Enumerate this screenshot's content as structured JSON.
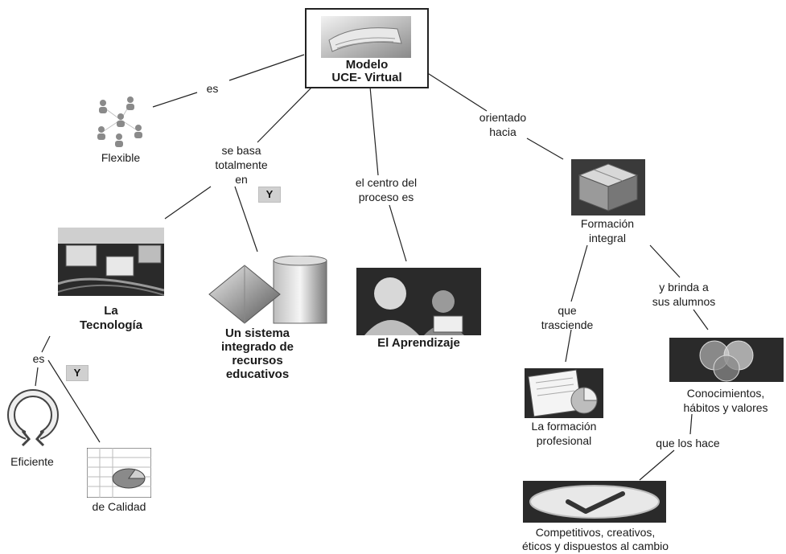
{
  "root": {
    "line1": "Modelo",
    "line2": "UCE- Virtual"
  },
  "nodes": {
    "flexible": "Flexible",
    "tecnologia_1": "La",
    "tecnologia_2": "Tecnología",
    "sistema_1": "Un sistema",
    "sistema_2": "integrado de",
    "sistema_3": "recursos",
    "sistema_4": "educativos",
    "aprendizaje": "El Aprendizaje",
    "formacion_1": "Formación",
    "formacion_2": "integral",
    "eficiente": "Eficiente",
    "calidad": "de Calidad",
    "profesional_1": "La formación",
    "profesional_2": "profesional",
    "conoc_1": "Conocimientos,",
    "conoc_2": "hábitos y valores",
    "compet_1": "Competitivos, creativos,",
    "compet_2": "éticos y dispuestos al cambio"
  },
  "links": {
    "es": "es",
    "se_basa_1": "se basa",
    "se_basa_2": "totalmente",
    "se_basa_3": "en",
    "centro_1": "el centro del",
    "centro_2": "proceso es",
    "orientado_1": "orientado",
    "orientado_2": "hacia",
    "es2": "es",
    "que_1": "que",
    "que_2": "trasciende",
    "brinda_1": "y brinda a",
    "brinda_2": "sus alumnos",
    "hace": "que los hace"
  },
  "badges": {
    "y1": "Y",
    "y2": "Y"
  }
}
